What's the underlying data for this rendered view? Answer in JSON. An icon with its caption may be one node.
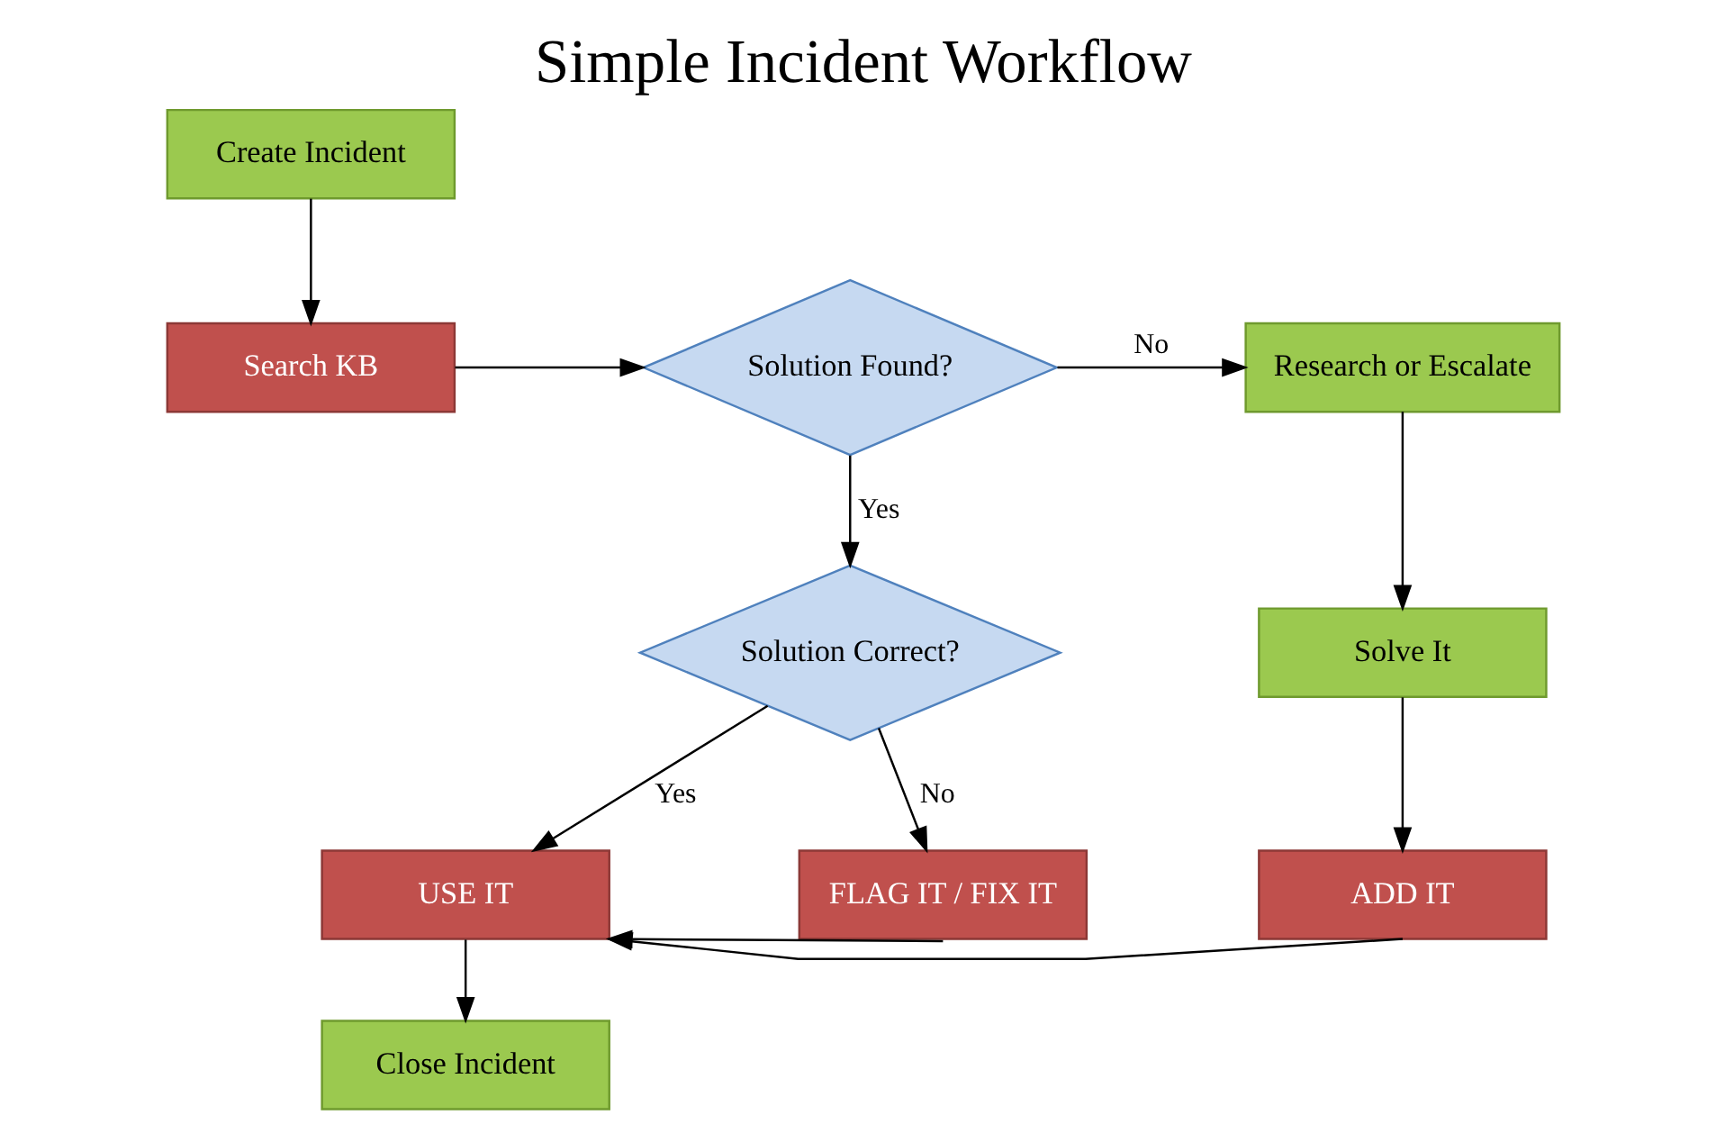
{
  "diagram": {
    "title": "Simple Incident Workflow",
    "nodes": [
      {
        "text": [
          "Create Incident"
        ]
      },
      {
        "text": [
          "Search KB"
        ]
      },
      {
        "text": [
          "Solution Found?"
        ]
      },
      {
        "text": [
          "Research or Escalate"
        ]
      },
      {
        "text": [
          "Solve It"
        ]
      },
      {
        "text": [
          "Solution Correct?"
        ]
      },
      {
        "text": [
          "USE IT"
        ]
      },
      {
        "text": [
          "FLAG IT / FIX IT"
        ]
      },
      {
        "text": [
          "ADD IT"
        ]
      },
      {
        "text": [
          "Close Incident"
        ]
      }
    ],
    "edges": [
      {
        "from": 0,
        "to": 1,
        "arrow": "to"
      },
      {
        "from": 1,
        "to": 2,
        "arrow": "to"
      },
      {
        "from": 2,
        "to": 3,
        "arrow": "to",
        "label": "No"
      },
      {
        "from": 2,
        "to": 5,
        "arrow": "to",
        "label": "Yes"
      },
      {
        "from": 3,
        "to": 4,
        "arrow": "to"
      },
      {
        "from": 5,
        "to": 6,
        "arrow": "to",
        "label": "Yes"
      },
      {
        "from": 5,
        "to": 7,
        "arrow": "to",
        "label": "No"
      },
      {
        "from": 4,
        "to": 8,
        "arrow": "to"
      },
      {
        "from": 7,
        "to": 6,
        "arrow": "to"
      },
      {
        "from": 8,
        "to": 6,
        "arrow": "to"
      },
      {
        "from": 6,
        "to": 9,
        "arrow": "to"
      }
    ]
  }
}
